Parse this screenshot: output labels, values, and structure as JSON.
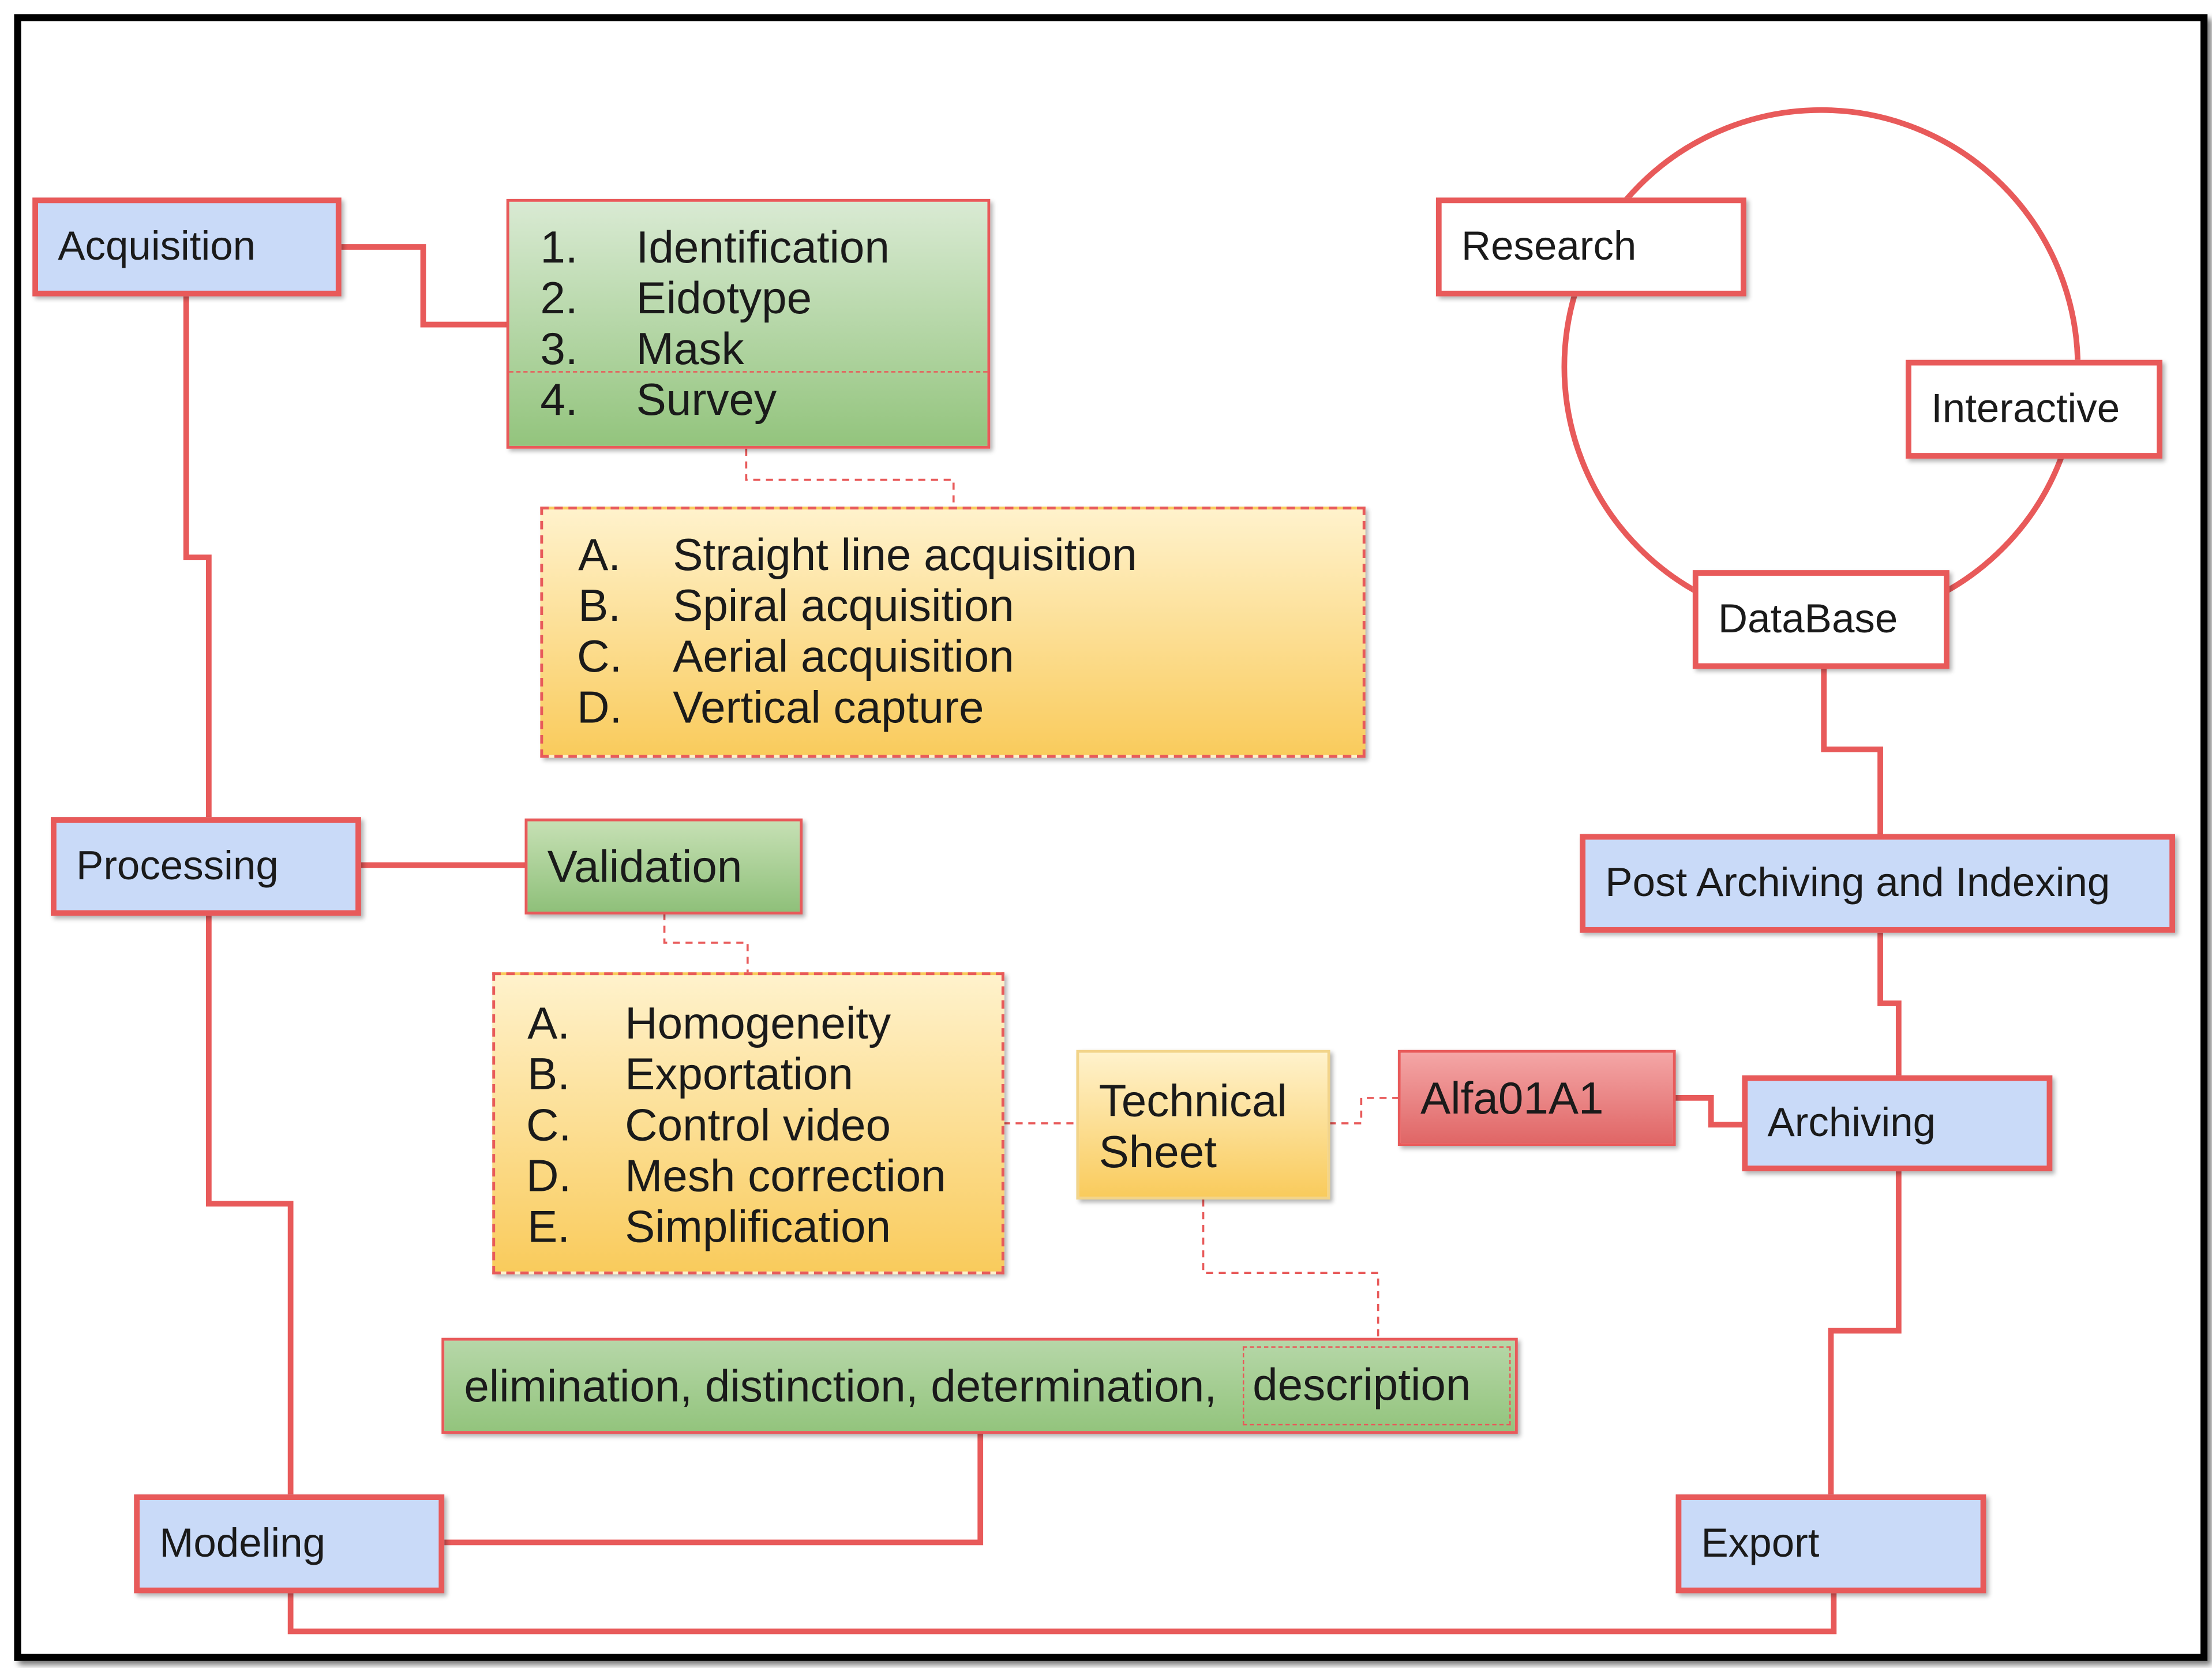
{
  "stages": {
    "acquisition": "Acquisition",
    "processing": "Processing",
    "modeling": "Modeling",
    "export": "Export",
    "archiving": "Archiving",
    "post_archiving": "Post Archiving and Indexing"
  },
  "cycle": {
    "research": "Research",
    "interactive": "Interactive",
    "database": "DataBase"
  },
  "acquisition_steps": [
    {
      "marker": "1.",
      "text": "Identification"
    },
    {
      "marker": "2.",
      "text": "Eidotype"
    },
    {
      "marker": "3.",
      "text": "Mask"
    },
    {
      "marker": "4.",
      "text": "Survey"
    }
  ],
  "survey_methods": [
    {
      "marker": "A.",
      "text": "Straight line acquisition"
    },
    {
      "marker": "B.",
      "text": "Spiral acquisition"
    },
    {
      "marker": "C.",
      "text": "Aerial acquisition"
    },
    {
      "marker": "D.",
      "text": "Vertical capture"
    }
  ],
  "validation": {
    "title": "Validation",
    "checks": [
      {
        "marker": "A.",
        "text": "Homogeneity"
      },
      {
        "marker": "B.",
        "text": "Exportation"
      },
      {
        "marker": "C.",
        "text": "Control video"
      },
      {
        "marker": "D.",
        "text": "Mesh correction"
      },
      {
        "marker": "E.",
        "text": "Simplification"
      }
    ]
  },
  "technical_sheet": {
    "line1": "Technical",
    "line2": "Sheet"
  },
  "code_label": "Alfa01A1",
  "criteria": {
    "main": "elimination, distinction, determination,",
    "last": "description"
  },
  "colors": {
    "connector": "#e85a5a",
    "stage_fill": "#c9daf8",
    "green": "#93c47d",
    "yellow": "#f9cb5c",
    "red": "#e06666"
  }
}
